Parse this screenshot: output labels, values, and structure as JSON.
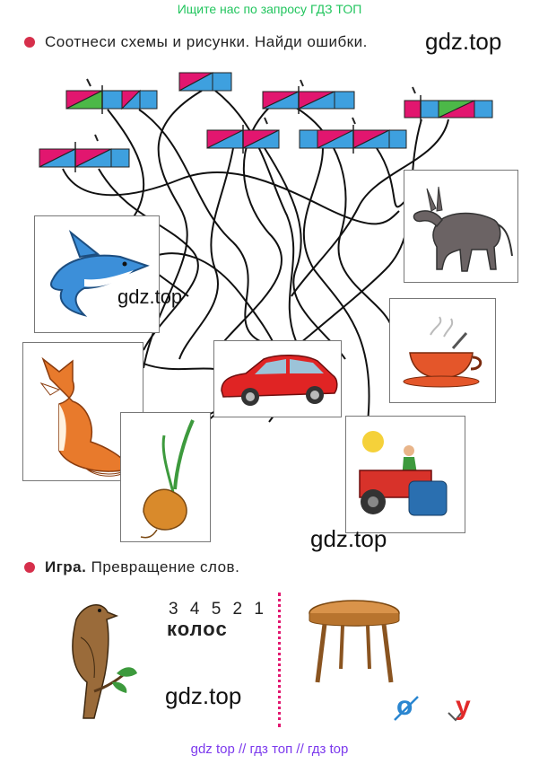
{
  "banner": "Ищите нас по запросу ГДЗ ТОП",
  "task1": {
    "text": "Соотнеси  схемы  и  рисунки.  Найди  ошибки."
  },
  "watermarks": {
    "w1": "gdz.top",
    "w2": "gdz.top",
    "w3": "gdz.top",
    "w4": "gdz.top"
  },
  "task2": {
    "title": "Игра.",
    "text": "Превращение  слов."
  },
  "game": {
    "digits": "3 4 5 2 1",
    "word": "колос",
    "letter_old": "о",
    "letter_new": "у"
  },
  "footer": "gdz top  //  гдз топ  //  гдз top",
  "colors": {
    "vowel": "#e2166f",
    "consonant": "#3ea0df",
    "soft_consonant": "#4cb848",
    "bullet": "#d62f4b"
  }
}
